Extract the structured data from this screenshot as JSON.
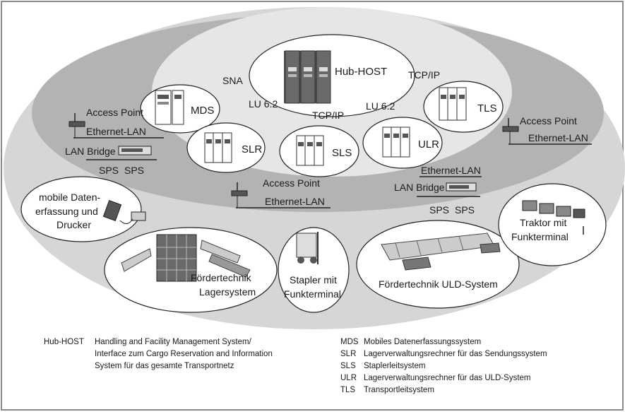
{
  "labels": {
    "hub_host": "Hub-HOST",
    "sna": "SNA",
    "tcpip_top": "TCP/IP",
    "tcpip_mid": "TCP/IP",
    "lu62_left": "LU 6.2",
    "lu62_right": "LU 6.2",
    "mds": "MDS",
    "tls": "TLS",
    "slr": "SLR",
    "sls": "SLS",
    "ulr": "ULR",
    "ap_left": "Access Point",
    "eth_left": "Ethernet-LAN",
    "ap_right": "Access Point",
    "eth_right": "Ethernet-LAN",
    "ap_mid": "Access Point",
    "eth_mid": "Ethernet-LAN",
    "eth_mid_right": "Ethernet-LAN",
    "lan_bridge_left": "LAN Bridge",
    "lan_bridge_right": "LAN Bridge",
    "sps1": "SPS",
    "sps2": "SPS",
    "sps3": "SPS",
    "sps4": "SPS",
    "mobile_1": "mobile Daten-",
    "mobile_2": "erfassung und",
    "mobile_3": "Drucker",
    "foerder_lager_1": "Fördertechnik",
    "foerder_lager_2": "Lagersystem",
    "stapler_1": "Stapler mit",
    "stapler_2": "Funkterminal",
    "foerder_uld": "Fördertechnik ULD-System",
    "traktor_1": "Traktor mit",
    "traktor_2": "Funkterminal"
  },
  "legend": {
    "hub_key": "Hub-HOST",
    "hub_lines": [
      "Handling and Facility Management System/",
      "Interface zum Cargo Reservation and Information",
      "System für das gesamte Transportnetz"
    ],
    "right": [
      {
        "key": "MDS",
        "text": "Mobiles Datenerfassungssystem"
      },
      {
        "key": "SLR",
        "text": "Lagerverwaltungsrechner für das Sendungssystem"
      },
      {
        "key": "SLS",
        "text": "Staplerleitsystem"
      },
      {
        "key": "ULR",
        "text": "Lagerverwaltungsrechner für das ULD-System"
      },
      {
        "key": "TLS",
        "text": "Transportleitsystem"
      }
    ]
  },
  "colors": {
    "outer_ellipse": "#d6d6d6",
    "middle_ellipse": "#b3b3b3",
    "inner_ellipse": "#e6e6e6",
    "node_fill": "#ffffff",
    "frame": "#8a8a8a"
  }
}
